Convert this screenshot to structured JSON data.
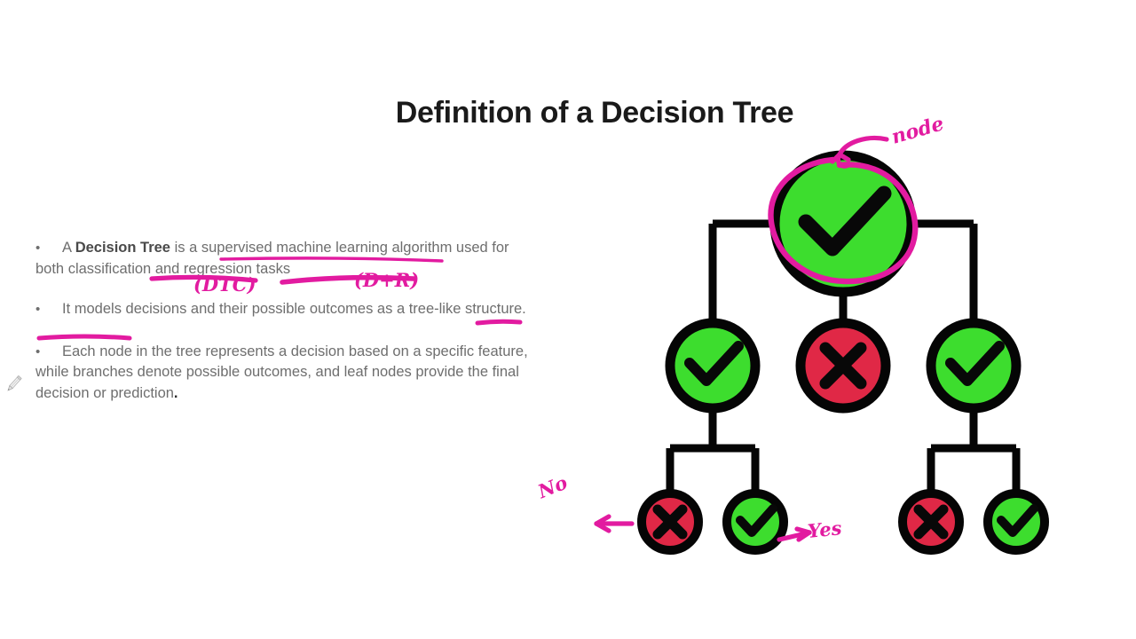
{
  "slide": {
    "title": "Definition of a Decision Tree",
    "bullets": [
      {
        "marker": "•",
        "segments": [
          {
            "text": "A ",
            "style": "normal"
          },
          {
            "text": "Decision Tree",
            "style": "bold"
          },
          {
            "text": " is a supervised machine learning algorithm used for both classification and regression tasks",
            "style": "normal"
          }
        ],
        "plain": "A Decision Tree is a supervised machine learning algorithm used for both classification and regression tasks"
      },
      {
        "marker": "•",
        "segments": [
          {
            "text": "It models decisions and their possible outcomes as a tree-like structure.",
            "style": "normal"
          }
        ],
        "plain": "It models decisions and their possible outcomes as a tree-like structure."
      },
      {
        "marker": "•",
        "segments": [
          {
            "text": "Each node in the tree represents a decision based on a specific feature, while branches denote possible outcomes, and leaf nodes provide the final decision or prediction",
            "style": "normal"
          },
          {
            "text": ".",
            "style": "bold-dark"
          }
        ],
        "plain": "Each node in the tree represents a decision based on a specific feature, while branches denote possible outcomes, and leaf nodes provide the final decision or prediction."
      }
    ]
  },
  "annotations": {
    "ink_color": "#e21ba0",
    "labels": [
      {
        "id": "node",
        "text": "node",
        "target": "root-node"
      },
      {
        "id": "no",
        "text": "No",
        "target": "leaf-node-1"
      },
      {
        "id": "yes",
        "text": "Yes",
        "target": "leaf-node-2"
      },
      {
        "id": "dtc",
        "text": "(DTC)",
        "target": "classification-underline"
      },
      {
        "id": "dr",
        "text": "(D+R)",
        "target": "regression-underline"
      }
    ],
    "marks": [
      {
        "type": "underline",
        "over": "supervised machine learning"
      },
      {
        "type": "underline",
        "over": "classification"
      },
      {
        "type": "underline",
        "over": "regression tasks"
      },
      {
        "type": "underline",
        "over": "tree-"
      },
      {
        "type": "underline",
        "over": "like structure"
      },
      {
        "type": "circle",
        "over": "root-node"
      },
      {
        "type": "arrow",
        "over": "root-node"
      },
      {
        "type": "arrow",
        "over": "leaf-node-1"
      },
      {
        "type": "arrow",
        "over": "leaf-node-2"
      }
    ]
  },
  "cursor": {
    "icon": "pencil-cursor"
  },
  "diagram": {
    "name": "decision-tree-diagram",
    "node_colors": {
      "yes": "#3ddd2e",
      "no": "#e02846",
      "outline": "#050505"
    },
    "icons": {
      "yes": "check-icon",
      "no": "cross-icon"
    },
    "levels": [
      {
        "name": "root",
        "nodes": [
          {
            "id": "root-node",
            "state": "yes",
            "icon": "check-icon"
          }
        ]
      },
      {
        "name": "branch",
        "nodes": [
          {
            "id": "branch-node-1",
            "state": "yes",
            "icon": "check-icon"
          },
          {
            "id": "branch-node-2",
            "state": "no",
            "icon": "cross-icon"
          },
          {
            "id": "branch-node-3",
            "state": "yes",
            "icon": "check-icon"
          }
        ]
      },
      {
        "name": "leaf",
        "nodes": [
          {
            "id": "leaf-node-1",
            "state": "no",
            "icon": "cross-icon"
          },
          {
            "id": "leaf-node-2",
            "state": "yes",
            "icon": "check-icon"
          },
          {
            "id": "leaf-node-3",
            "state": "no",
            "icon": "cross-icon"
          },
          {
            "id": "leaf-node-4",
            "state": "yes",
            "icon": "check-icon"
          }
        ]
      }
    ]
  }
}
